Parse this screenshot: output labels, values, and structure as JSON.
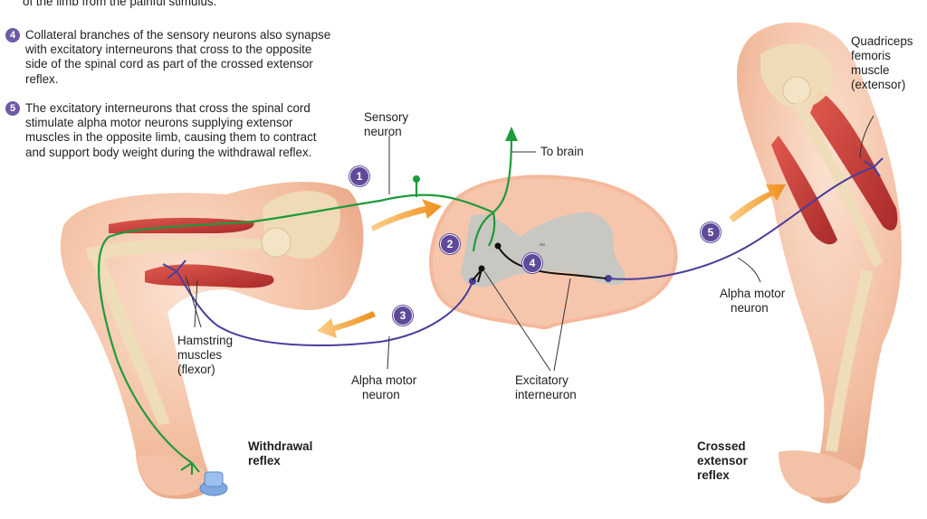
{
  "notes": {
    "top_line": "of the limb from the painful stimulus.",
    "note4": {
      "num": "4",
      "text": "Collateral branches of the sensory neurons also synapse with excitatory interneurons that cross to the opposite side of the spinal cord as part of the crossed extensor reflex."
    },
    "note5": {
      "num": "5",
      "text": "The excitatory interneurons that cross the spinal cord stimulate alpha motor neurons supplying extensor muscles in the opposite limb, causing them to contract and support body weight during the withdrawal reflex."
    }
  },
  "labels": {
    "sensory_neuron_1": "Sensory",
    "sensory_neuron_2": "neuron",
    "to_brain": "To brain",
    "quad_1": "Quadriceps",
    "quad_2": "femoris",
    "quad_3": "muscle",
    "quad_4": "(extensor)",
    "ham_1": "Hamstring",
    "ham_2": "muscles",
    "ham_3": "(flexor)",
    "amn_left_1": "Alpha motor",
    "amn_left_2": "neuron",
    "amn_right_1": "Alpha motor",
    "amn_right_2": "neuron",
    "exc_1": "Excitatory",
    "exc_2": "interneuron",
    "withdrawal_1": "Withdrawal",
    "withdrawal_2": "reflex",
    "crossed_1": "Crossed",
    "crossed_2": "extensor",
    "crossed_3": "reflex"
  },
  "badges": {
    "b1": "1",
    "b2": "2",
    "b3": "3",
    "b4": "4",
    "b5": "5"
  },
  "colors": {
    "sensory": "#1f9a3a",
    "motor": "#4b3e9b",
    "interneuron": "#111111",
    "badge": "#5e4a99",
    "arrow": "#f2a23a",
    "skin": "#f4c3a6",
    "muscle": "#c93b3b",
    "bone": "#f1e2c2",
    "cord_white": "#f6c6ac",
    "cord_gray": "#c9c7c2"
  }
}
